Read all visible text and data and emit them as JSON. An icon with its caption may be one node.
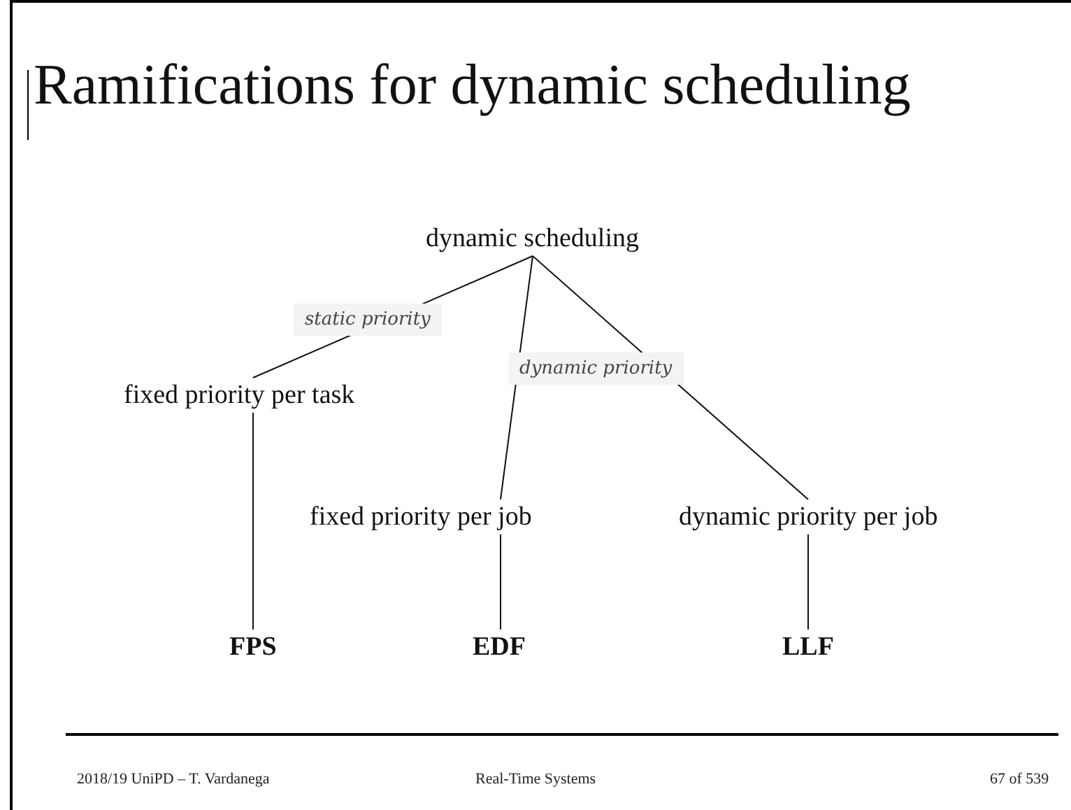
{
  "diagram": {
    "title": "Ramifications for dynamic scheduling",
    "nodes": [
      {
        "text": [
          "dynamic scheduling"
        ]
      },
      {
        "text": [
          "fixed priority per task"
        ]
      },
      {
        "text": [
          "fixed priority per job"
        ]
      },
      {
        "text": [
          "dynamic priority per job"
        ]
      },
      {
        "text": [
          "FPS"
        ]
      },
      {
        "text": [
          "EDF"
        ]
      },
      {
        "text": [
          "LLF"
        ]
      }
    ],
    "edges": [
      {
        "from": 0,
        "to": 1,
        "arrow": "none",
        "label": "static priority"
      },
      {
        "from": 0,
        "to": 2,
        "arrow": "none"
      },
      {
        "from": 0,
        "to": 3,
        "arrow": "none",
        "label": "dynamic priority"
      },
      {
        "from": 1,
        "to": 4,
        "arrow": "none"
      },
      {
        "from": 2,
        "to": 5,
        "arrow": "none"
      },
      {
        "from": 3,
        "to": 6,
        "arrow": "none"
      }
    ],
    "labels": [
      "2018/19 UniPD – T. Vardanega",
      "Real-Time Systems",
      "67 of 539"
    ]
  }
}
